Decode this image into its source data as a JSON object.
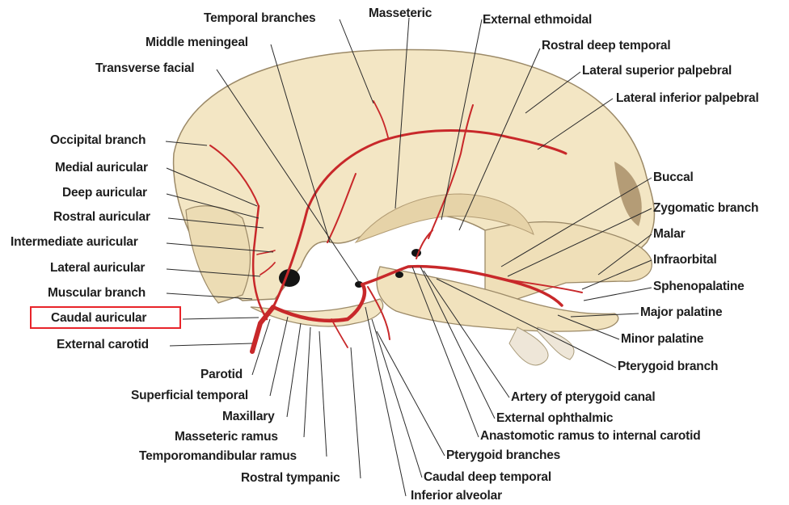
{
  "colors": {
    "bone": "#f3e6c4",
    "bone_shadow": "#d9c39a",
    "artery": "#c8282a",
    "leader_line": "#2a2a2a",
    "highlight_box": "#e8242a"
  },
  "highlighted_label": "Caudal auricular",
  "labels": {
    "temporal_branches": "Temporal branches",
    "masseteric": "Masseteric",
    "external_ethmoidal": "External ethmoidal",
    "middle_meningeal": "Middle meningeal",
    "rostral_deep_temporal": "Rostral deep temporal",
    "transverse_facial": "Transverse facial",
    "lateral_superior_palpebral": "Lateral superior palpebral",
    "lateral_inferior_palpebral": "Lateral inferior palpebral",
    "occipital_branch": "Occipital branch",
    "medial_auricular": "Medial auricular",
    "deep_auricular": "Deep auricular",
    "rostral_auricular": "Rostral auricular",
    "intermediate_auricular": "Intermediate auricular",
    "lateral_auricular": "Lateral auricular",
    "muscular_branch": "Muscular branch",
    "caudal_auricular": "Caudal auricular",
    "external_carotid": "External carotid",
    "buccal": "Buccal",
    "zygomatic_branch": "Zygomatic branch",
    "malar": "Malar",
    "infraorbital": "Infraorbital",
    "sphenopalatine": "Sphenopalatine",
    "major_palatine": "Major palatine",
    "minor_palatine": "Minor palatine",
    "pterygoid_branch": "Pterygoid branch",
    "artery_of_pterygoid_canal": "Artery of pterygoid canal",
    "external_ophthalmic": "External ophthalmic",
    "anastomotic_ramus": "Anastomotic ramus to internal carotid",
    "pterygoid_branches": "Pterygoid branches",
    "caudal_deep_temporal": "Caudal deep temporal",
    "inferior_alveolar": "Inferior alveolar",
    "rostral_tympanic": "Rostral tympanic",
    "temporomandibular_ramus": "Temporomandibular ramus",
    "masseteric_ramus": "Masseteric ramus",
    "maxillary": "Maxillary",
    "superficial_temporal": "Superficial temporal",
    "parotid": "Parotid"
  }
}
